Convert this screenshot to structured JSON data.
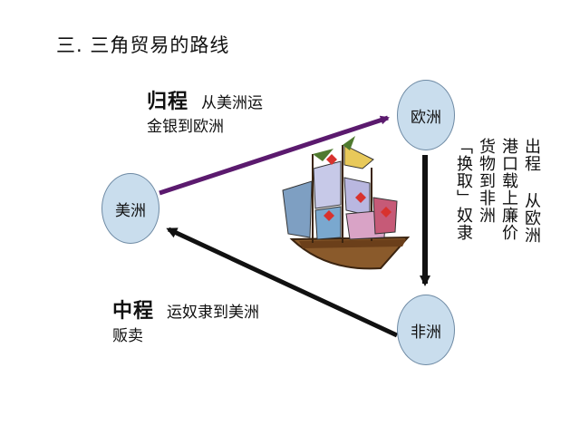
{
  "title": "三. 三角贸易的路线",
  "nodes": {
    "europe": "欧洲",
    "america": "美洲",
    "africa": "非洲"
  },
  "return_leg": {
    "heading": "归程",
    "text_line1": "从美洲运",
    "text_line2": "金银到欧洲"
  },
  "middle_leg": {
    "heading": "中程",
    "text_line1": "运奴隶到美洲",
    "text_line2": "贩卖"
  },
  "outbound_leg": {
    "col1": "出程 从欧洲",
    "col2": "港口载上廉价",
    "col3": "货物到非洲",
    "col4_bracket": "「换取」奴隶"
  },
  "colors": {
    "node_fill": "#c9dded",
    "return_arrow": "#5b1a6e",
    "arrow_dark": "#111111"
  },
  "icons": [
    "sailing-ship-icon"
  ]
}
